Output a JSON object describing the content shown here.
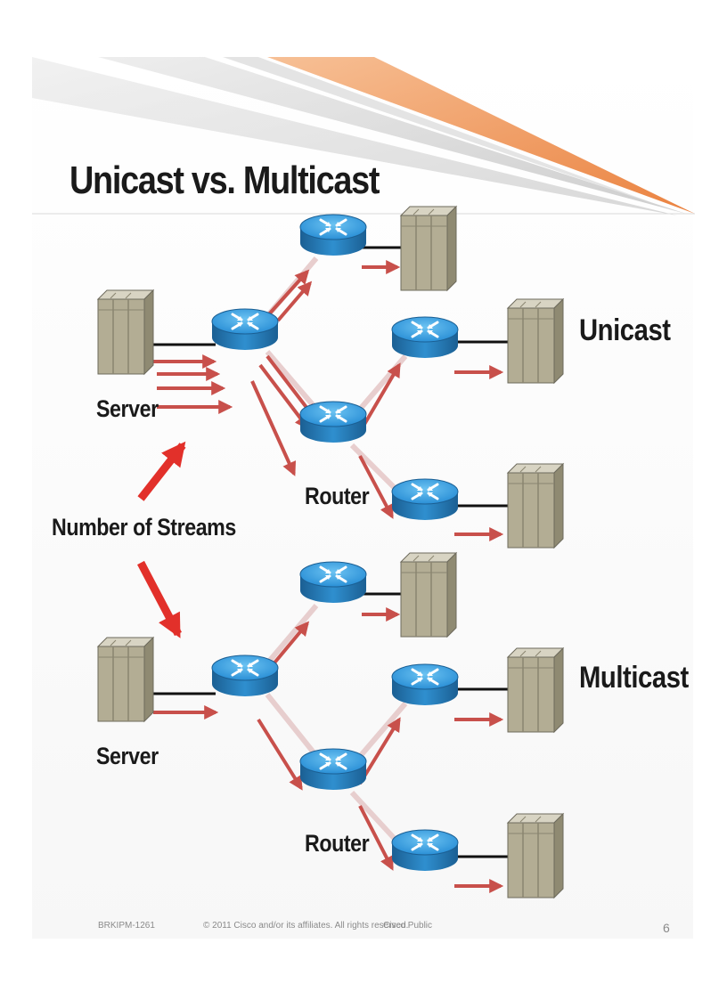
{
  "slide": {
    "title": "Unicast vs. Multicast",
    "labels": {
      "unicast": "Unicast",
      "multicast": "Multicast",
      "server_top": "Server",
      "server_bottom": "Server",
      "router_top": "Router",
      "router_bottom": "Router",
      "streams": "Number of Streams"
    },
    "footer": {
      "session": "BRKIPM-1261",
      "copyright": "© 2011 Cisco and/or its affiliates. All rights reserved.",
      "classification": "Cisco Public",
      "page": "6"
    },
    "colors": {
      "arrow": "#c8504b",
      "router_blue": "#2a8fd6",
      "server_tan": "#b3ad94",
      "swoosh_orange": "#f08a3c",
      "swoosh_gray": "#c9c9c9"
    },
    "icons": [
      "router-icon",
      "server-icon"
    ]
  }
}
